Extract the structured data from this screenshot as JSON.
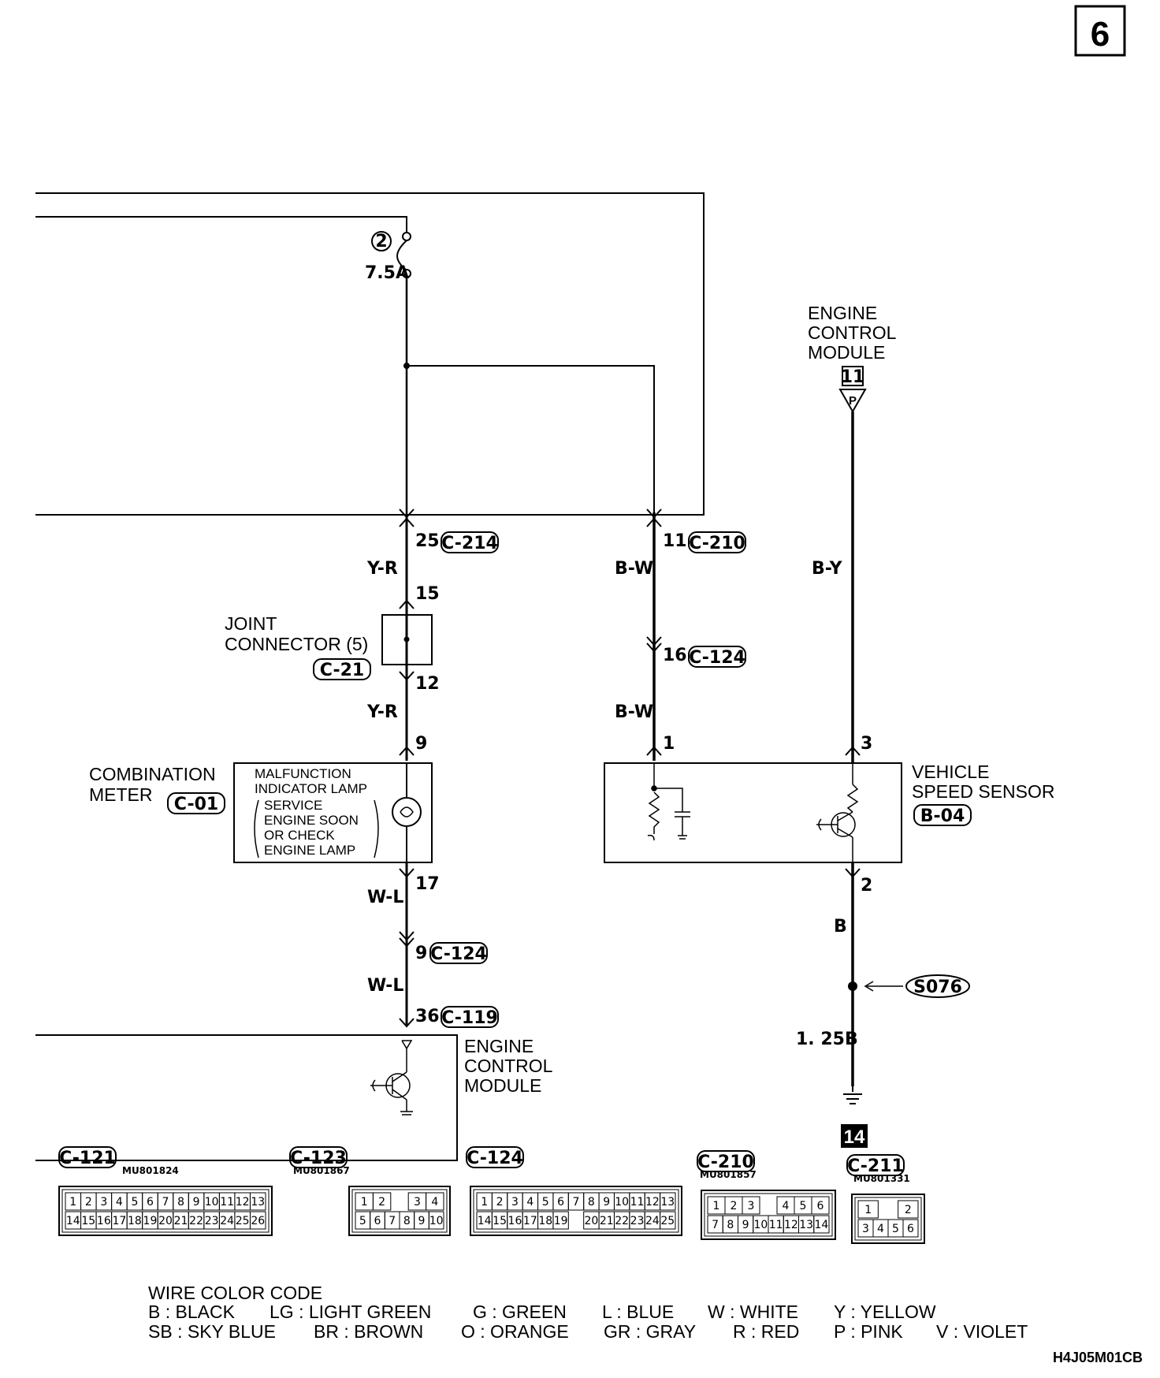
{
  "page_number": "6",
  "figure_id": "H4J05M01CB",
  "fuse": {
    "number": "2",
    "rating": "7.5A"
  },
  "ecm_top": {
    "label_lines": [
      "ENGINE",
      "CONTROL",
      "MODULE"
    ],
    "terminal": "11",
    "wire_marker": "P"
  },
  "joint_connector": {
    "label_lines": [
      "JOINT",
      "CONNECTOR (5)"
    ],
    "connector": "C-21"
  },
  "combination_meter": {
    "label_lines": [
      "COMBINATION",
      "METER"
    ],
    "connector": "C-01",
    "lamp_lines": [
      "MALFUNCTION",
      "INDICATOR LAMP",
      "SERVICE",
      "ENGINE SOON",
      "OR CHECK",
      "ENGINE LAMP"
    ]
  },
  "vehicle_speed_sensor": {
    "label_lines": [
      "VEHICLE",
      "SPEED SENSOR"
    ],
    "connector": "B-04"
  },
  "ecm_bottom": {
    "label_lines": [
      "ENGINE",
      "CONTROL",
      "MODULE"
    ]
  },
  "splice": "S076",
  "ground": "14",
  "circuit_left": {
    "pin_25": "25",
    "conn_c214": "C-214",
    "wire_1": "Y-R",
    "pin_15": "15",
    "pin_12": "12",
    "wire_2": "Y-R",
    "pin_9": "9",
    "pin_17": "17",
    "wire_3": "W-L",
    "pin_9b": "9",
    "conn_c124": "C-124",
    "wire_4": "W-L",
    "pin_36": "36",
    "conn_c119": "C-119"
  },
  "circuit_mid": {
    "pin_11": "11",
    "conn_c210": "C-210",
    "wire_1": "B-W",
    "pin_16": "16",
    "conn_c124": "C-124",
    "wire_2": "B-W",
    "pin_1": "1"
  },
  "circuit_right": {
    "wire_1": "B-Y",
    "pin_3": "3",
    "pin_2": "2",
    "wire_2": "B",
    "wire_3": "1. 25B"
  },
  "connectors": [
    {
      "name": "C-121",
      "part": "MU801824",
      "row1": [
        "1",
        "2",
        "3",
        "4",
        "5",
        "6",
        "7",
        "8",
        "9",
        "10",
        "11",
        "12",
        "13"
      ],
      "row2": [
        "14",
        "15",
        "16",
        "17",
        "18",
        "19",
        "20",
        "21",
        "22",
        "23",
        "24",
        "25",
        "26"
      ]
    },
    {
      "name": "C-123",
      "part": "MU801867",
      "row1": [
        "1",
        "2",
        "",
        "3",
        "4"
      ],
      "row2": [
        "5",
        "6",
        "7",
        "8",
        "9",
        "10"
      ]
    },
    {
      "name": "C-124",
      "part": "",
      "row1": [
        "1",
        "2",
        "3",
        "4",
        "5",
        "6",
        "7",
        "8",
        "9",
        "10",
        "11",
        "12",
        "13"
      ],
      "row2": [
        "14",
        "15",
        "16",
        "17",
        "18",
        "19",
        "",
        "20",
        "21",
        "22",
        "23",
        "24",
        "25"
      ]
    },
    {
      "name": "C-210",
      "part": "MU801857",
      "row1": [
        "1",
        "2",
        "3",
        "",
        "4",
        "5",
        "6"
      ],
      "row2": [
        "7",
        "8",
        "9",
        "10",
        "11",
        "12",
        "13",
        "14"
      ]
    },
    {
      "name": "C-211",
      "part": "MU801331",
      "row1": [
        "1",
        "",
        "2"
      ],
      "row2": [
        "3",
        "4",
        "5",
        "6"
      ]
    }
  ],
  "wire_color_code": {
    "title": "WIRE COLOR CODE",
    "row1": [
      "B : BLACK",
      "LG : LIGHT GREEN",
      "G : GREEN",
      "L : BLUE",
      "W : WHITE",
      "Y : YELLOW"
    ],
    "row2": [
      "SB : SKY BLUE",
      "BR : BROWN",
      "O : ORANGE",
      "GR : GRAY",
      "R : RED",
      "P : PINK",
      "V : VIOLET"
    ]
  }
}
